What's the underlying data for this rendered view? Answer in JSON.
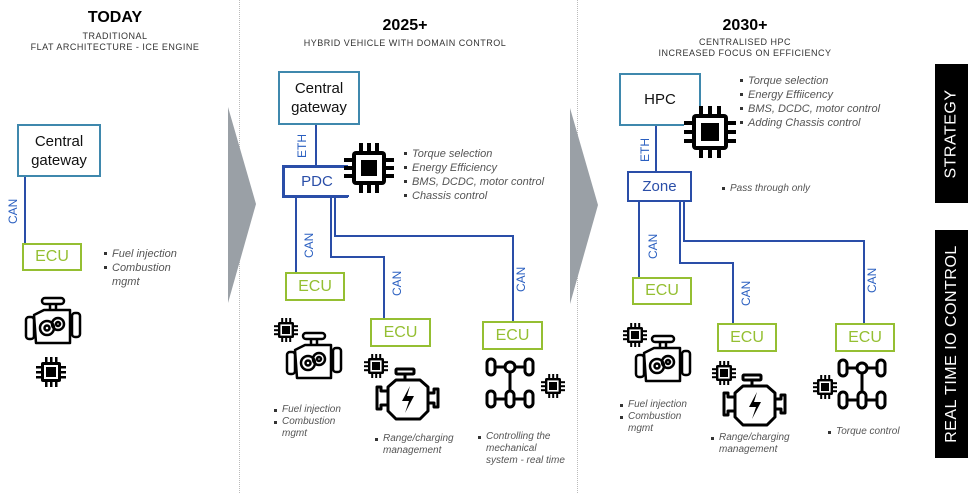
{
  "columns": [
    {
      "title": "TODAY",
      "subtitle_lines": [
        "TRADITIONAL",
        "FLAT ARCHITECTURE - ICE ENGINE"
      ],
      "gateway": {
        "line1": "Central",
        "line2": "gateway"
      },
      "bus_label": "CAN",
      "ecu_label": "ECU",
      "ecu_bullets": [
        "Fuel injection",
        "Combustion mgmt"
      ]
    },
    {
      "title": "2025+",
      "subtitle_lines": [
        "HYBRID VEHICLE WITH DOMAIN CONTROL"
      ],
      "gateway": {
        "line1": "Central",
        "line2": "gateway"
      },
      "backbone_label": "ETH",
      "domain_label": "PDC",
      "domain_bullets": [
        "Torque selection",
        "Energy Efficiency",
        "BMS, DCDC, motor control",
        "Chassis control"
      ],
      "bus_label": "CAN",
      "ecus": [
        {
          "label": "ECU",
          "bullets": [
            "Fuel injection",
            "Combustion mgmt"
          ]
        },
        {
          "label": "ECU",
          "bullets": [
            "Range/charging management"
          ]
        },
        {
          "label": "ECU",
          "bullets": [
            "Controlling the mechanical system - real time"
          ]
        }
      ]
    },
    {
      "title": "2030+",
      "subtitle_lines": [
        "CENTRALISED HPC",
        "INCREASED FOCUS ON EFFICIENCY"
      ],
      "hpc_label": "HPC",
      "hpc_bullets": [
        "Torque selection",
        "Energy Effiicency",
        "BMS, DCDC, motor control",
        "Adding Chassis control"
      ],
      "backbone_label": "ETH",
      "zone_label": "Zone",
      "zone_bullets": [
        "Pass through only"
      ],
      "bus_label": "CAN",
      "ecus": [
        {
          "label": "ECU",
          "bullets": [
            "Fuel injection",
            "Combustion mgmt"
          ]
        },
        {
          "label": "ECU",
          "bullets": [
            "Range/charging management"
          ]
        },
        {
          "label": "ECU",
          "bullets": [
            "Torque control"
          ]
        }
      ]
    }
  ],
  "sidebar": {
    "strategy": "STRATEGY",
    "realtime": "REAL TIME IO CONTROL"
  },
  "colors": {
    "gateway_border": "#3f88ad",
    "bus_line": "#2a4ea8",
    "ecu_green": "#95bf32",
    "arrow_gray": "#9aa0a6"
  }
}
